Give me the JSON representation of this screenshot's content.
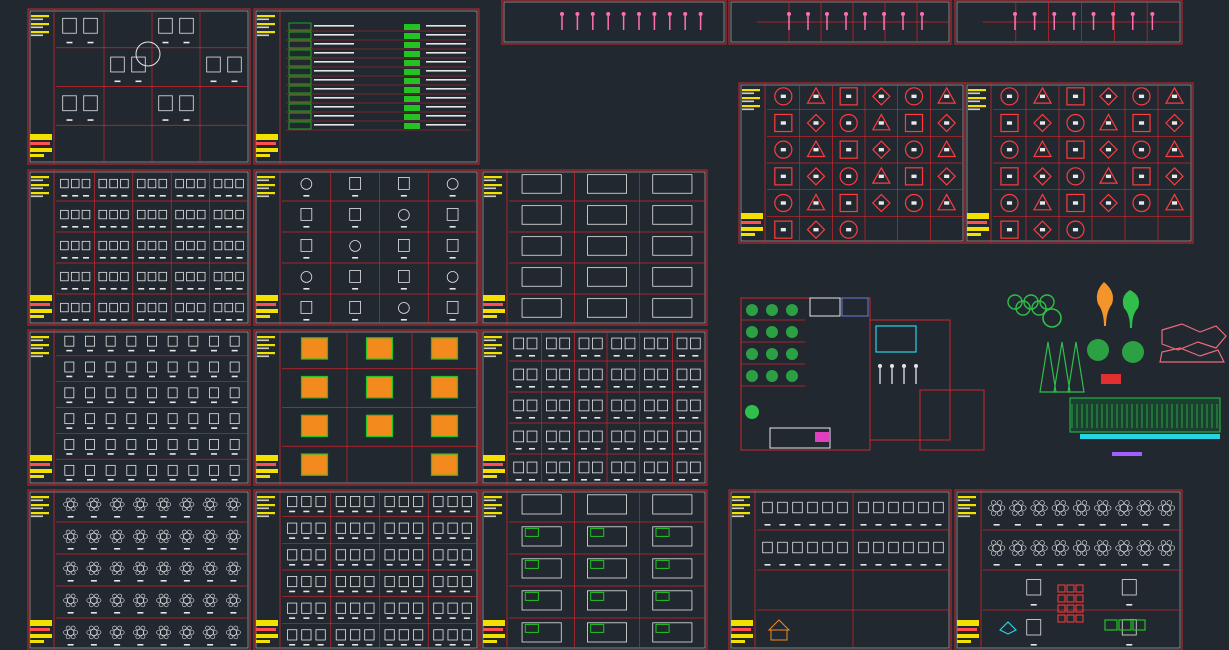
{
  "app": {
    "background": "#212830",
    "colors": {
      "frame": "#d0262b",
      "linework": "#e6e6e6",
      "titleblock": "#f2e000",
      "hatch_green": "#22c322",
      "hatch_orange": "#f28a1e",
      "sign_red": "#ff3b3b",
      "pink": "#ff6fb0",
      "cyan": "#29d3e6",
      "tree_green": "#2fbf4a",
      "tree_orange": "#f3952a"
    }
  },
  "sheets": [
    {
      "id": "sheet-r1c1",
      "content": "furniture-sofas-tables"
    },
    {
      "id": "sheet-r1c2",
      "content": "block-legend-table"
    },
    {
      "id": "sheet-r2c1",
      "content": "sofas-sets-blocks"
    },
    {
      "id": "sheet-r2c2",
      "content": "bath-kitchen-fixtures"
    },
    {
      "id": "sheet-r2c3",
      "content": "living-room-layouts"
    },
    {
      "id": "sheet-r3c1",
      "content": "chairs-beds-elevations"
    },
    {
      "id": "sheet-r3c2",
      "content": "hatched-rooms"
    },
    {
      "id": "sheet-r3c3",
      "content": "doors-windows-elevations"
    },
    {
      "id": "sheet-r4c1",
      "content": "round-tables"
    },
    {
      "id": "sheet-r4c2",
      "content": "sanitary-elevations"
    },
    {
      "id": "sheet-r4c3",
      "content": "kitchen-bath-layouts"
    },
    {
      "id": "sheet-r4c4",
      "content": "misc-elements"
    },
    {
      "id": "sheet-r4c5",
      "content": "dining-sets"
    },
    {
      "id": "sheet-top-people",
      "content": "people-elevations"
    },
    {
      "id": "sheet-top-bikes",
      "content": "bikes-vehicles"
    },
    {
      "id": "sheet-top-family",
      "content": "people-family"
    },
    {
      "id": "sheet-signs-1",
      "content": "traffic-signs-a"
    },
    {
      "id": "sheet-signs-2",
      "content": "traffic-signs-b"
    },
    {
      "id": "sheet-plants",
      "content": "plants-cars-people"
    },
    {
      "id": "sheet-trees",
      "content": "trees-section"
    }
  ],
  "icons": [
    "car-icon",
    "tree-icon",
    "person-icon",
    "traffic-sign-icon",
    "wheelchair-icon"
  ]
}
